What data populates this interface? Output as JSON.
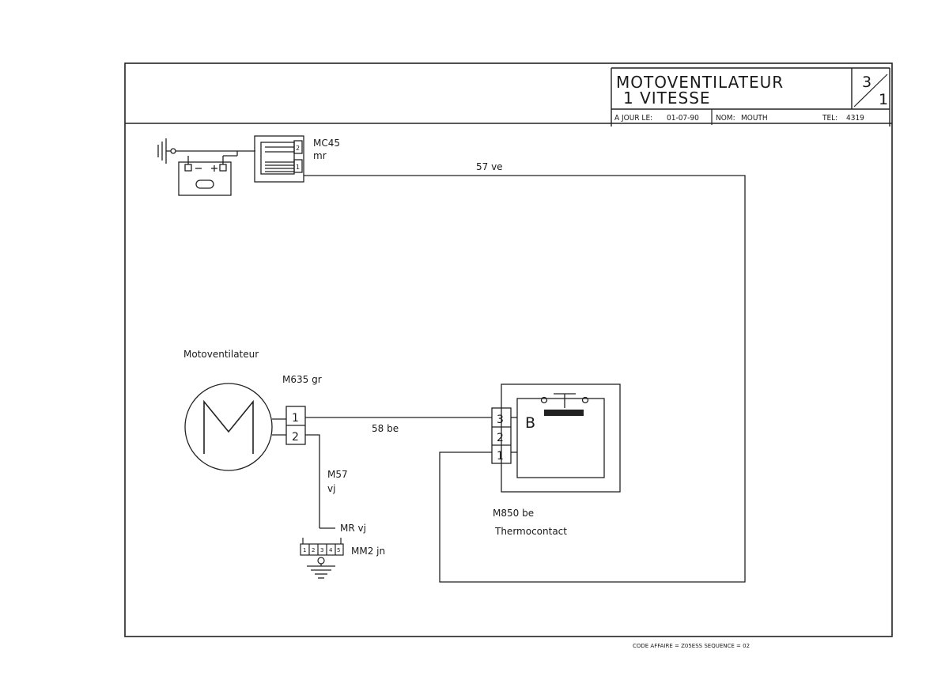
{
  "title_block": {
    "title_line1": "MOTOVENTILATEUR",
    "title_line2": "1 VITESSE",
    "sheet_number": "3",
    "sheet_total": "1",
    "update_label": "A JOUR LE:",
    "update_date": "01-07-90",
    "name_label": "NOM:",
    "name_value": "MOUTH",
    "tel_label": "TEL:",
    "tel_value": "4319"
  },
  "components": {
    "mc45": {
      "ref": "MC45",
      "color": "mr",
      "pins": [
        "2",
        "1"
      ]
    },
    "motor": {
      "name": "Motoventilateur",
      "symbol": "M"
    },
    "m635": {
      "ref": "M635 gr",
      "pins": [
        "1",
        "2"
      ]
    },
    "m57": {
      "ref": "M57",
      "color": "vj"
    },
    "mr": {
      "ref": "MR vj"
    },
    "mm2": {
      "ref": "MM2 jn",
      "pins": [
        "1",
        "2",
        "3",
        "4",
        "5"
      ]
    },
    "m850": {
      "ref": "M850 be",
      "name": "Thermocontact",
      "symbol": "B",
      "pins": [
        "3",
        "2",
        "1"
      ]
    }
  },
  "wires": {
    "w57": "57 ve",
    "w58": "58 be"
  },
  "footer": {
    "code": "CODE AFFAIRE = Z05ESS SEQUENCE = 02"
  }
}
